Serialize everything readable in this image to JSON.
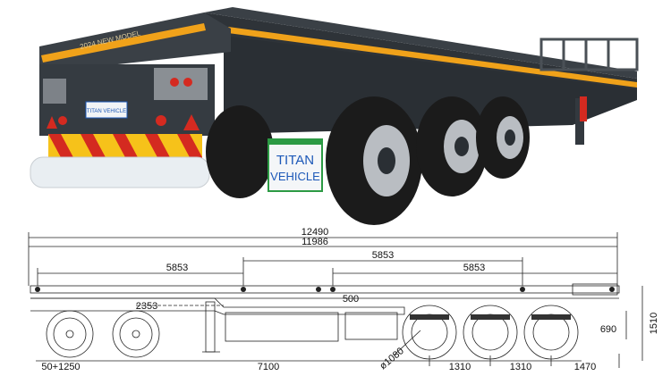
{
  "photo": {
    "plate_line1": "TITAN",
    "plate_line2": "VEHICLE",
    "rear_sign": "TITAN VEHICLE",
    "side_text": "2024 NEW MODEL",
    "colors": {
      "frame": "#2e3338",
      "stripe": "#f0a21a",
      "sky": "#ffffff",
      "tire": "#1b1b1b",
      "rim": "#b9bdc2",
      "chevron_red": "#d42a20",
      "chevron_yellow": "#f6c21a",
      "plate_blue": "#1c58b8",
      "bumper": "#e9eef2"
    }
  },
  "drawing": {
    "overall_length": "12490",
    "frame_length": "11986",
    "span_left": "5853",
    "span_mid": "5853",
    "span_right": "5853",
    "landing_gear_offset": "2353",
    "kingpin_offset": "50+1250",
    "to_first_axle": "7100",
    "axle_spacing_1": "1310",
    "axle_spacing_2": "1310",
    "rear_overhang": "1470",
    "deck_height": "1510",
    "rear_height": "690",
    "beam_height": "500",
    "wheel_diameter": "ø1080"
  }
}
